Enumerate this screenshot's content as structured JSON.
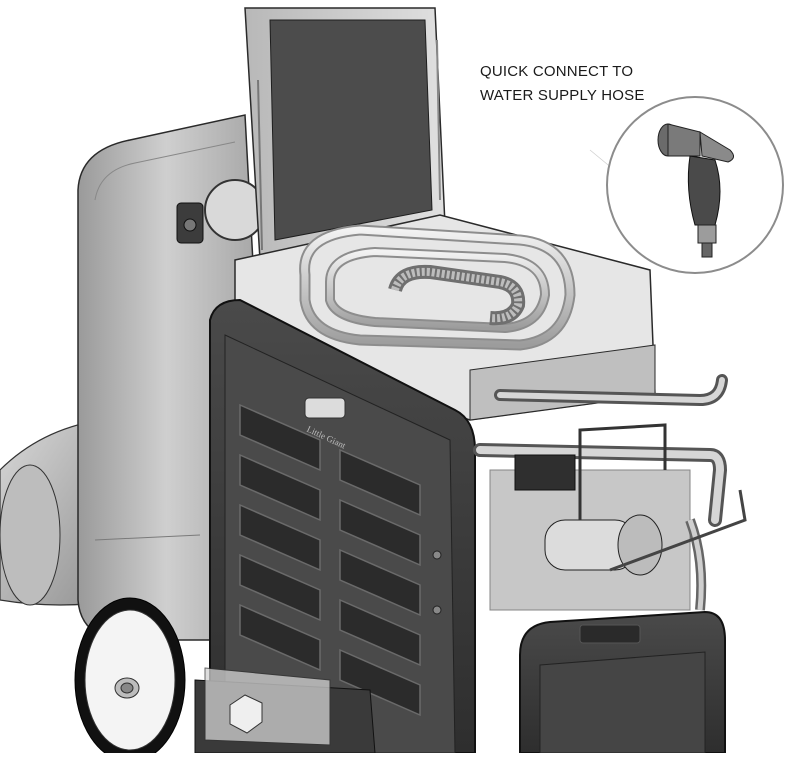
{
  "callout": {
    "line1": "QUICK CONNECT TO",
    "line2": "WATER SUPPLY HOSE"
  },
  "brand_plate": "Little Giant",
  "colors": {
    "panel_dark": "#3a3a3a",
    "panel_mid": "#6e6e6e",
    "body_light": "#c9c9c9",
    "body_lighter": "#e4e4e4",
    "outline": "#2a2a2a",
    "background": "#ffffff"
  }
}
